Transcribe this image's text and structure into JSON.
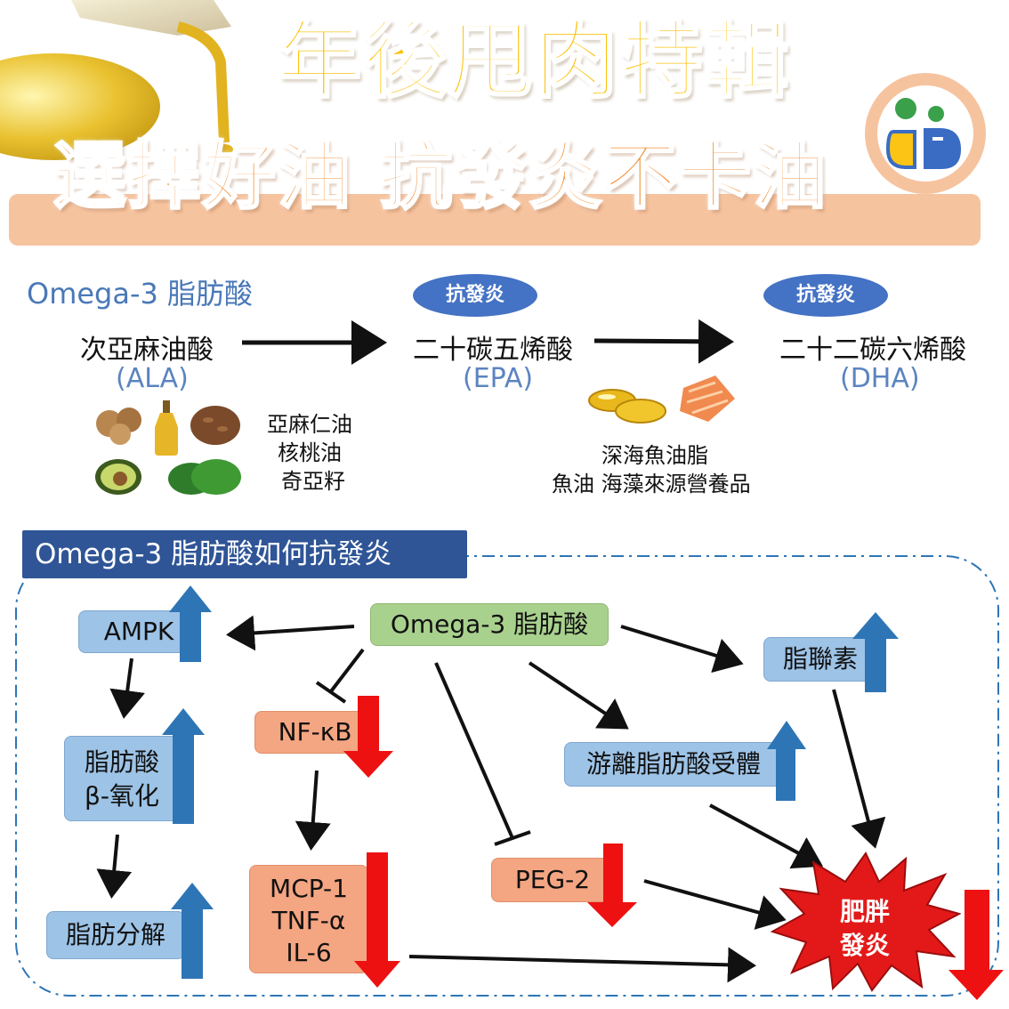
{
  "header": {
    "title": "年後甩肉特輯",
    "subtitle": "選擇好油 抗發炎不卡油"
  },
  "pathway": {
    "heading": "Omega-3 脂肪酸",
    "ala": {
      "name": "次亞麻油酸",
      "abbr": "(ALA)"
    },
    "epa": {
      "name": "二十碳五烯酸",
      "abbr": "(EPA)",
      "badge": "抗發炎"
    },
    "dha": {
      "name": "二十二碳六烯酸",
      "abbr": "(DHA)",
      "badge": "抗發炎"
    },
    "plant_sources": [
      "亞麻仁油",
      "核桃油",
      "奇亞籽"
    ],
    "marine_sources": [
      "深海魚油脂",
      "魚油 海藻來源營養品"
    ]
  },
  "mechanism": {
    "title": "Omega-3 脂肪酸如何抗發炎",
    "center": "Omega-3 脂肪酸",
    "ampk": "AMPK",
    "beta_ox_line1": "脂肪酸",
    "beta_ox_line2": "β-氧化",
    "lipolysis": "脂肪分解",
    "nfkb": "NF-κB",
    "cytokine1": "MCP-1",
    "cytokine2": "TNF-α",
    "cytokine3": "IL-6",
    "peg2": "PEG-2",
    "adiponectin": "脂聯素",
    "ffar": "游離脂肪酸受體",
    "outcome_line1": "肥胖",
    "outcome_line2": "發炎"
  },
  "colors": {
    "up_arrow": "#2e75b6",
    "down_arrow": "#ee1111",
    "title_yellow": "#fdc10c",
    "title_orange": "#f08a2a"
  },
  "icons": [
    "oil-pour-icon",
    "brand-logo-icon",
    "nuts-icon",
    "oil-bottle-icon",
    "flaxseed-icon",
    "avocado-icon",
    "kale-icon",
    "fish-oil-capsule-icon",
    "salmon-icon"
  ]
}
